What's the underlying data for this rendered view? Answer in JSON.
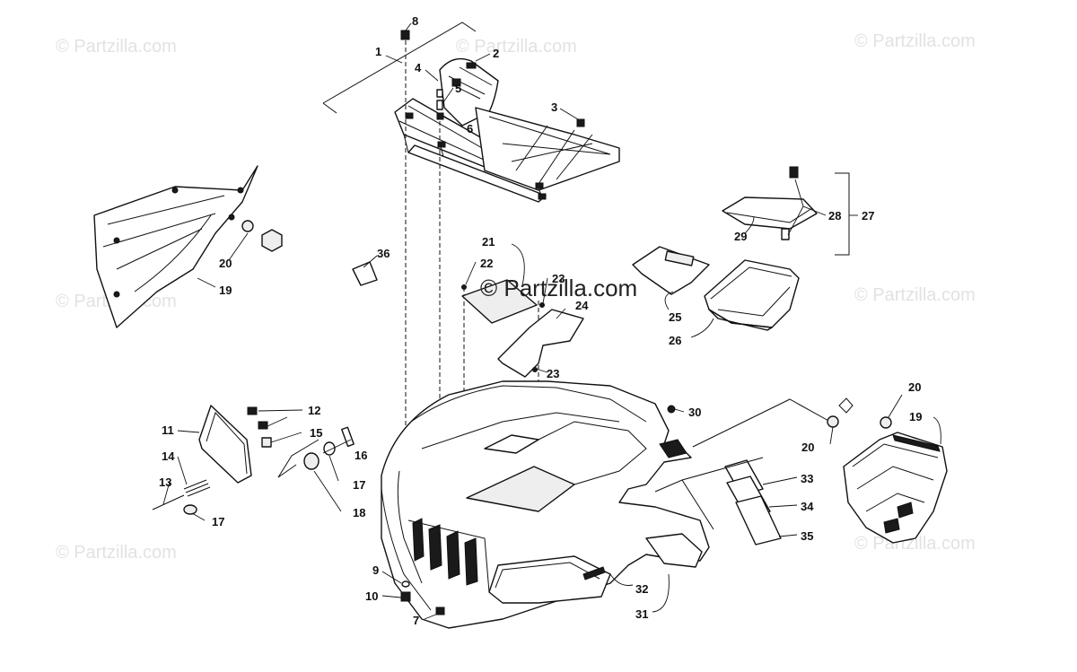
{
  "watermark": {
    "small": "© Partzilla.com",
    "center": "© Partzilla.com"
  },
  "callouts": {
    "c1": "1",
    "c2": "2",
    "c3": "3",
    "c4": "4",
    "c5": "5",
    "c6": "6",
    "c7": "7",
    "c8": "8",
    "c9": "9",
    "c10": "10",
    "c11": "11",
    "c12": "12",
    "c13": "13",
    "c14": "14",
    "c15": "15",
    "c16": "16",
    "c17a": "17",
    "c17b": "17",
    "c18": "18",
    "c19a": "19",
    "c19b": "19",
    "c20a": "20",
    "c20b": "20",
    "c20c": "20",
    "c21": "21",
    "c22": "22",
    "c23a": "23",
    "c23b": "23",
    "c24": "24",
    "c25": "25",
    "c26": "26",
    "c27": "27",
    "c28": "28",
    "c29": "29",
    "c30": "30",
    "c31": "31",
    "c32": "32",
    "c33": "33",
    "c34": "34",
    "c35": "35",
    "c36": "36"
  }
}
